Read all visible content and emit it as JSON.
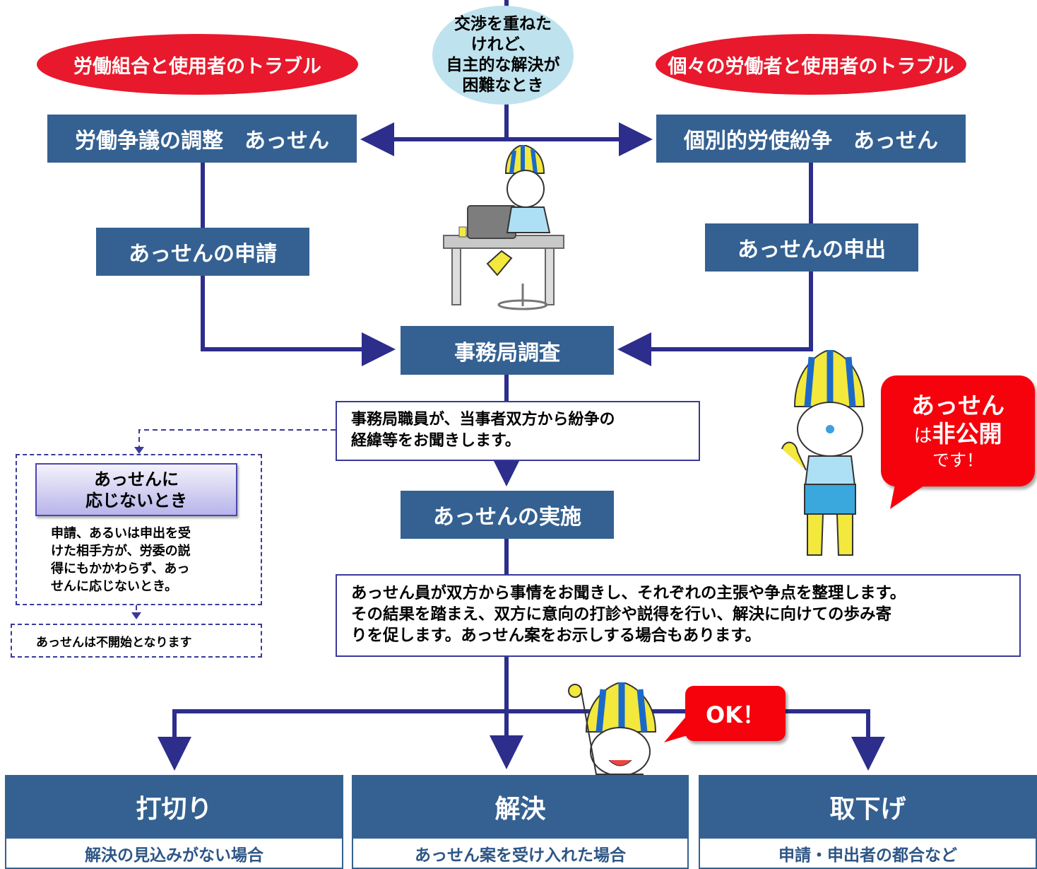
{
  "trigger": {
    "lines": [
      "交渉を重ねた",
      "けれど、",
      "自主的な解決が",
      "困難なとき"
    ]
  },
  "left_trouble": "労働組合と使用者のトラブル",
  "right_trouble": "個々の労働者と使用者のトラブル",
  "left_process": "労働争議の調整　あっせん",
  "right_process": "個別的労使紛争　あっせん",
  "left_apply": "あっせんの申請",
  "right_apply": "あっせんの申出",
  "investigation": "事務局調査",
  "investigation_note": [
    "事務局職員が、当事者双方から紛争の",
    "経緯等をお聞きします。"
  ],
  "refuse": {
    "title": [
      "あっせんに",
      "応じないとき"
    ],
    "body": [
      "申請、あるいは申出を受",
      "けた相手方が、労委の説",
      "得にもかかわらず、あっ",
      "せんに応じないとき。"
    ],
    "result": "あっせんは不開始となります"
  },
  "implementation": "あっせんの実施",
  "implementation_note": [
    "あっせん員が双方から事情をお聞きし、それぞれの主張や争点を整理します。",
    "その結果を踏まえ、双方に意向の打診や説得を行い、解決に向けての歩み寄",
    "りを促します。あっせん案をお示しする場合もあります。"
  ],
  "private_bubble": {
    "line1": "あっせん",
    "line2_prefix": "は",
    "line2_emph": "非公開",
    "line3": "です！"
  },
  "ok_bubble": "OK！",
  "outcomes": [
    {
      "title": "打切り",
      "desc": "解決の見込みがない場合"
    },
    {
      "title": "解決",
      "desc": "あっせん案を受け入れた場合"
    },
    {
      "title": "取下げ",
      "desc": "申請・申出者の都合など"
    }
  ],
  "colors": {
    "box": "#346191",
    "line": "#2d2d8c",
    "oval": "#e8192c",
    "bubble": "#f5020c",
    "circle": "#bfe3ee"
  }
}
